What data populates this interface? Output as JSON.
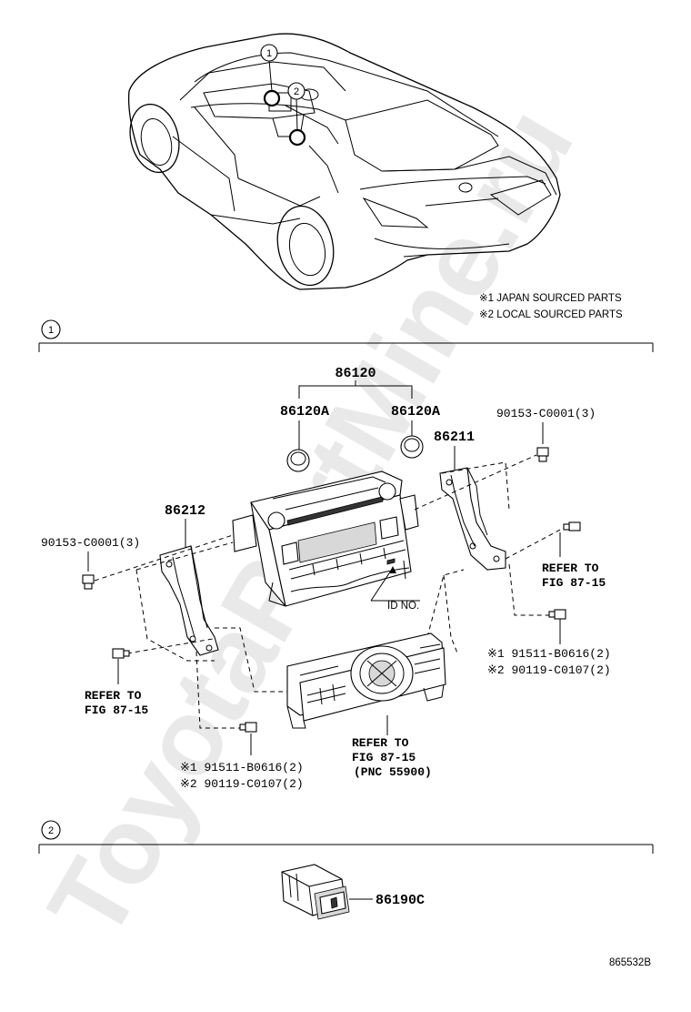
{
  "notes": {
    "japan": "※1 JAPAN SOURCED PARTS",
    "local": "※2 LOCAL SOURCED PARTS"
  },
  "sections": {
    "s1": "1",
    "s2": "2"
  },
  "callouts": {
    "c1": "1",
    "c2": "2"
  },
  "parts": {
    "p86120": "86120",
    "p86120A_left": "86120A",
    "p86120A_right": "86120A",
    "p86211": "86211",
    "p86212": "86212",
    "p90153_right": "90153-C0001(3)",
    "p90153_left": "90153-C0001(3)",
    "p86190C": "86190C"
  },
  "references": {
    "right_refer_1": "REFER TO",
    "right_refer_2": "FIG 87-15",
    "left_refer_1": "REFER TO",
    "left_refer_2": "FIG 87-15",
    "center_refer_1": "REFER TO",
    "center_refer_2": "FIG 87-15",
    "center_refer_3": "(PNC 55900)"
  },
  "screws": {
    "right_j": "※1 91511-B0616(2)",
    "right_l": "※2 90119-C0107(2)",
    "bottom_j": "※1 91511-B0616(2)",
    "bottom_l": "※2 90119-C0107(2)"
  },
  "id_label": "ID NO.",
  "figure_code": "865532B",
  "watermark": "ToyotaPartMine.ru"
}
